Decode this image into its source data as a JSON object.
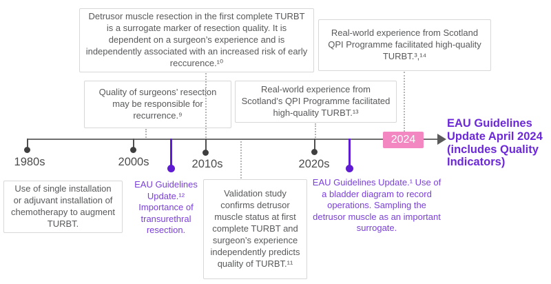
{
  "palette": {
    "purple_accent": "#6c28d8",
    "purple_marker": "#5e1bd1",
    "purple_note_text": "#7a3fd9",
    "pink_badge": "#f287c1",
    "box_text_gray": "#57585a",
    "timeline_gray": "#6e6e6e"
  },
  "timeline": {
    "headline": "EAU Guidelines Update April 2024 (includes Quality Indicators)",
    "year_badge": "2024",
    "eras": [
      {
        "label": "1980s"
      },
      {
        "label": "2000s"
      },
      {
        "label": "2010s"
      },
      {
        "label": "2020s"
      }
    ]
  },
  "callouts": {
    "detrusor": "Detrusor muscle resection in the first complete TURBT is a surrogate marker of resection quality. It is dependent on a surgeon’s experience and is independently associated with an increased risk of early reccurence.¹⁰",
    "surgeon_quality": "Quality of surgeons’ resection may be responsible for recurrence.⁹",
    "scotland_qpi_mid": "Real-world experience from Scotland’s QPI Programme facilitated high-quality TURBT.¹³",
    "scotland_qpi_top": "Real-world experience from Scotland QPI Programme facilitated high-quality TURBT.³,¹⁴",
    "chemotherapy": "Use of single installation or adjuvant installation of chemotherapy to augment TURBT.",
    "validation_study": "Validation study confirms detrusor muscle status at first complete TURBT and surgeon’s experience independently predicts quality of TURBT.¹¹"
  },
  "guideline_notes": {
    "note_left": "EAU Guidelines Update.¹² Importance of transurethral resection.",
    "note_right": "EAU Guidelines Update.¹ Use of a bladder diagram to record operations. Sampling the detrusor muscle as an important surrogate."
  }
}
